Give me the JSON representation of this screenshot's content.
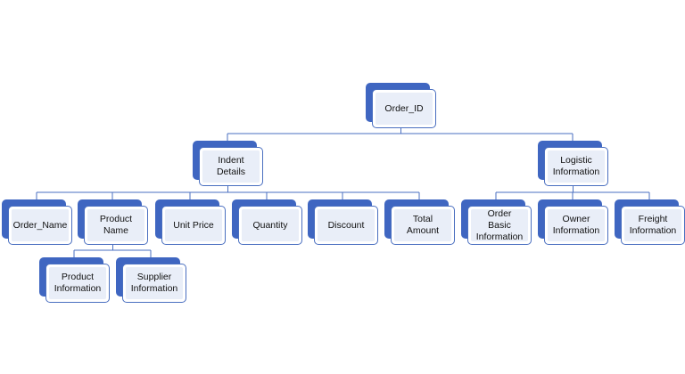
{
  "diagram": {
    "colors": {
      "box_back": "#3f66c1",
      "box_border": "#4a6fc0",
      "box_inner": "#e9eef8",
      "connector": "#4a6fc0"
    },
    "nodes": [
      {
        "id": "order_id",
        "label": "Order_ID"
      },
      {
        "id": "indent_details",
        "label": "Indent\nDetails"
      },
      {
        "id": "logistic_information",
        "label": "Logistic\nInformation"
      },
      {
        "id": "order_name",
        "label": "Order_Name"
      },
      {
        "id": "product_name",
        "label": "Product\nName"
      },
      {
        "id": "unit_price",
        "label": "Unit Price"
      },
      {
        "id": "quantity",
        "label": "Quantity"
      },
      {
        "id": "discount",
        "label": "Discount"
      },
      {
        "id": "total_amount",
        "label": "Total\nAmount"
      },
      {
        "id": "order_basic_information",
        "label": "Order Basic\nInformation"
      },
      {
        "id": "owner_information",
        "label": "Owner\nInformation"
      },
      {
        "id": "freight_information",
        "label": "Freight\nInformation"
      },
      {
        "id": "product_information",
        "label": "Product\nInformation"
      },
      {
        "id": "supplier_information",
        "label": "Supplier\nInformation"
      }
    ],
    "edges": [
      {
        "from": "order_id",
        "to": "indent_details"
      },
      {
        "from": "order_id",
        "to": "logistic_information"
      },
      {
        "from": "indent_details",
        "to": "order_name"
      },
      {
        "from": "indent_details",
        "to": "product_name"
      },
      {
        "from": "indent_details",
        "to": "unit_price"
      },
      {
        "from": "indent_details",
        "to": "quantity"
      },
      {
        "from": "indent_details",
        "to": "discount"
      },
      {
        "from": "indent_details",
        "to": "total_amount"
      },
      {
        "from": "logistic_information",
        "to": "order_basic_information"
      },
      {
        "from": "logistic_information",
        "to": "owner_information"
      },
      {
        "from": "logistic_information",
        "to": "freight_information"
      },
      {
        "from": "product_name",
        "to": "product_information"
      },
      {
        "from": "product_name",
        "to": "supplier_information"
      }
    ]
  }
}
